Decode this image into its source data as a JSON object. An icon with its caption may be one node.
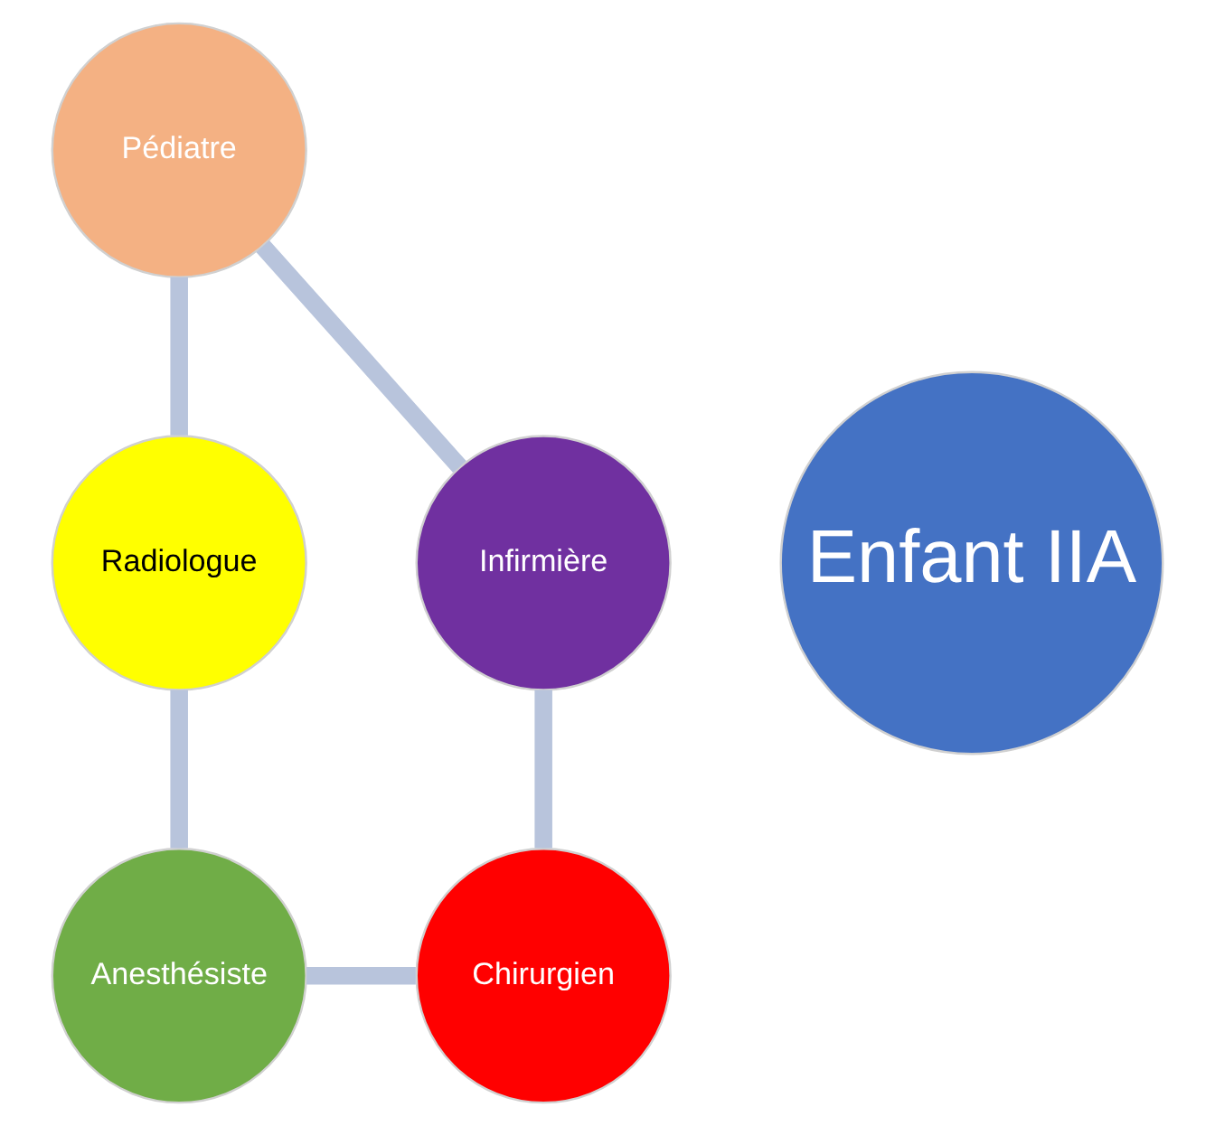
{
  "diagram": {
    "nodes": [
      {
        "text": [
          "Pédiatre"
        ]
      },
      {
        "text": [
          "Radiologue"
        ]
      },
      {
        "text": [
          "Anesthésiste"
        ]
      },
      {
        "text": [
          "Chirurgien"
        ]
      },
      {
        "text": [
          "Infirmière"
        ]
      },
      {
        "text": [
          "Enfant IIA"
        ]
      }
    ],
    "edges": [
      {
        "from": 0,
        "to": 1,
        "arrow": "none"
      },
      {
        "from": 1,
        "to": 2,
        "arrow": "none"
      },
      {
        "from": 2,
        "to": 3,
        "arrow": "none"
      },
      {
        "from": 3,
        "to": 4,
        "arrow": "none"
      },
      {
        "from": 4,
        "to": 0,
        "arrow": "none"
      }
    ]
  }
}
